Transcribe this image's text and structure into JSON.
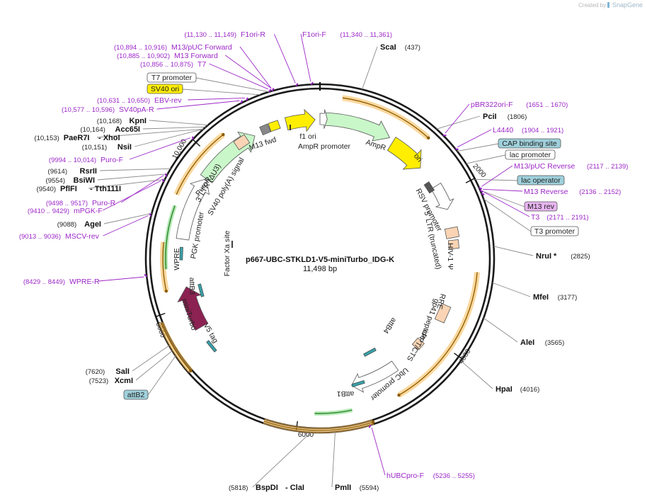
{
  "credit": {
    "prefix": "Created by",
    "brand": "SnapGene"
  },
  "plasmid": {
    "name": "p667-UBC-STKLD1-V5-miniTurbo_IDG-K",
    "size": "11,498 bp"
  },
  "colors": {
    "primer": "#9c27c7",
    "ori": "#ffee00",
    "amp": "#c9f7c9",
    "puro": "#c9f7c9",
    "miniTurbo": "#8b2252",
    "ltr": "#fad4b4",
    "orf": "#f7b84e",
    "orf_green": "#2e8b2e",
    "cap_box": "#9fd0db",
    "m13rev_box": "#e7b4f0"
  },
  "position_ticks": [
    "2000",
    "4000",
    "6000",
    "8000",
    "10,000"
  ],
  "enzyme_sites": [
    {
      "name": "ScaI",
      "pos": "(437)"
    },
    {
      "name": "PciI",
      "pos": "(1806)"
    },
    {
      "name": "NruI *",
      "pos": "(2825)"
    },
    {
      "name": "MfeI",
      "pos": "(3177)"
    },
    {
      "name": "AleI",
      "pos": "(3565)"
    },
    {
      "name": "HpaI",
      "pos": "(4016)"
    },
    {
      "name": "PmlI",
      "pos": "(5594)"
    },
    {
      "name": "BspDI",
      "pos": "(5818)",
      "joined": "- ClaI"
    },
    {
      "name": "XcmI",
      "pos": "(7523)"
    },
    {
      "name": "SalI",
      "pos": "(7620)"
    },
    {
      "name": "AgeI",
      "pos": "(9088)"
    },
    {
      "name": "PflFI",
      "pos": "(9540)",
      "joined": "- Tth111I"
    },
    {
      "name": "BsiWI",
      "pos": "(9554)"
    },
    {
      "name": "RsrII",
      "pos": "(9614)"
    },
    {
      "name": "NsiI",
      "pos": "(10,151)"
    },
    {
      "name": "PaeR7I",
      "pos": "(10,153)",
      "joined": "- XhoI"
    },
    {
      "name": "Acc65I",
      "pos": "(10,164)"
    },
    {
      "name": "KpnI",
      "pos": "(10,168)"
    }
  ],
  "primers": [
    {
      "name": "F1ori-R",
      "pos": "(11,130 .. 11,149)"
    },
    {
      "name": "F1ori-F",
      "pos": "(11,340 .. 11,361)"
    },
    {
      "name": "M13/pUC Forward",
      "pos": "(10,894 .. 10,916)"
    },
    {
      "name": "M13 Forward",
      "pos": "(10,885 .. 10,902)"
    },
    {
      "name": "T7",
      "pos": "(10,856 .. 10,875)"
    },
    {
      "name": "EBV-rev",
      "pos": "(10,631 .. 10,650)"
    },
    {
      "name": "SV40pA-R",
      "pos": "(10,577 .. 10,596)"
    },
    {
      "name": "Puro-F",
      "pos": "(9994 .. 10,014)"
    },
    {
      "name": "Puro-R",
      "pos": "(9498 .. 9517)"
    },
    {
      "name": "mPGK-F",
      "pos": "(9410 .. 9429)"
    },
    {
      "name": "MSCV-rev",
      "pos": "(9013 .. 9036)"
    },
    {
      "name": "WPRE-R",
      "pos": "(8429 .. 8449)"
    },
    {
      "name": "pBR322ori-F",
      "pos": "(1651 .. 1670)"
    },
    {
      "name": "L4440",
      "pos": "(1904 .. 1921)"
    },
    {
      "name": "M13/pUC Reverse",
      "pos": "(2117 .. 2139)"
    },
    {
      "name": "M13 Reverse",
      "pos": "(2136 .. 2152)"
    },
    {
      "name": "T3",
      "pos": "(2171 .. 2191)"
    },
    {
      "name": "hUBCpro-F",
      "pos": "(5236 .. 5255)"
    }
  ],
  "feature_boxes": [
    {
      "name": "T7 promoter",
      "color": "#ffffff"
    },
    {
      "name": "SV40 ori",
      "color": "#ffee00"
    },
    {
      "name": "CAP binding site",
      "color": "#9fd0db"
    },
    {
      "name": "lac promoter",
      "color": "#ffffff"
    },
    {
      "name": "lac operator",
      "color": "#9fd0db"
    },
    {
      "name": "M13 rev",
      "color": "#e7b4f0"
    },
    {
      "name": "T3 promoter",
      "color": "#ffffff"
    },
    {
      "name": "attB2",
      "color": "#9fd0db"
    }
  ],
  "inner_features": [
    "M13 fwd",
    "f1 ori",
    "AmpR promoter",
    "AmpR",
    "ori",
    "RSV promoter",
    "5' LTR (truncated)",
    "HIV-1 Ψ",
    "RRE",
    "gp41 peptide",
    "cPPT/CTS",
    "attB4",
    "UbC promoter",
    "attB1",
    "V5 tag",
    "miniTurbo",
    "attB3",
    "Factor Xa site",
    "WPRE",
    "PGK promoter",
    "PuroR",
    "3' LTR (ΔU3)",
    "SV40 poly(A) signal"
  ]
}
